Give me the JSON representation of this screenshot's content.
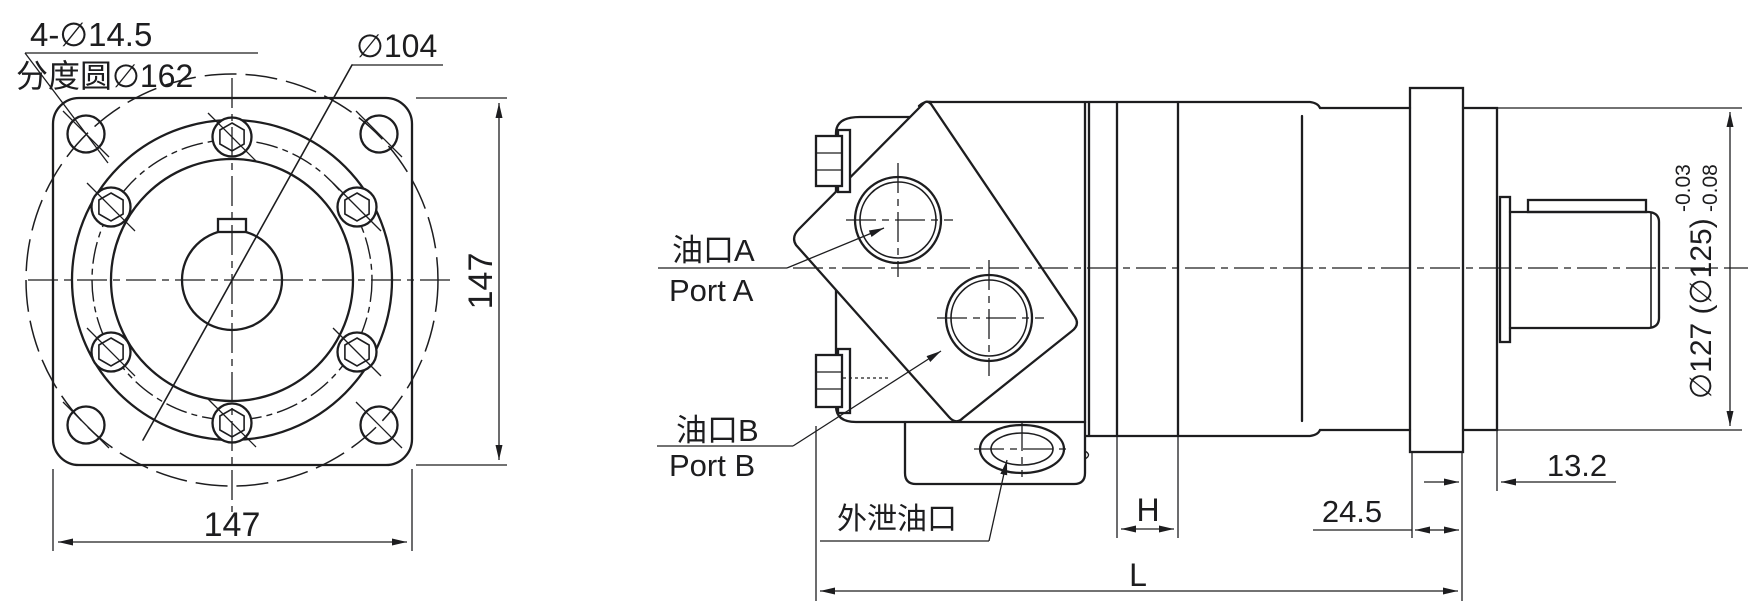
{
  "front_view": {
    "labels": {
      "corner_holes": "4-∅14.5",
      "pitch_circle": "分度圆∅162",
      "bolt_circle": "∅104"
    },
    "dimensions": {
      "width": "147",
      "height": "147"
    }
  },
  "side_view": {
    "labels": {
      "port_a_cn": "油口A",
      "port_a_en": "Port A",
      "port_b_cn": "油口B",
      "port_b_en": "Port B",
      "drain_port_cn": "外泄油口"
    },
    "dimensions": {
      "gerotor_width": "H",
      "overall_length": "L",
      "flange_thickness": "24.5",
      "pilot_protrusion": "13.2",
      "pilot_diameter": "∅127 (∅125)",
      "pilot_tolerance_upper": "-0.03",
      "pilot_tolerance_lower": "-0.08"
    }
  },
  "colors": {
    "line": "#1d1d1f",
    "background": "#ffffff"
  }
}
